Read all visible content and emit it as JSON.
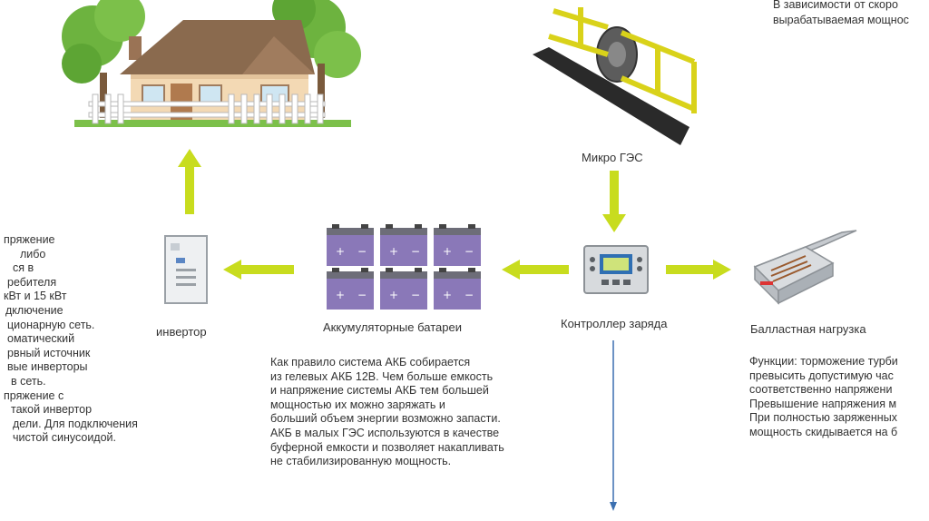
{
  "top_right_text": [
    "В зависимости от скоро",
    "вырабатываемая мощнос"
  ],
  "labels": {
    "micro_hydro": "Микро ГЭС",
    "inverter": "инвертор",
    "batteries": "Аккумуляторные батареи",
    "controller": "Контроллер заряда",
    "ballast": "Балластная нагрузка"
  },
  "left_text": [
    "пряжение",
    "либо",
    "ся в",
    "ребителя",
    "кВт и 15 кВт",
    "дключение",
    "ционарную сеть.",
    "оматический",
    "рвный источник",
    "вые инверторы",
    "в сеть.",
    "пряжение с",
    "такой инвертор",
    "дели. Для подключения",
    "чистой синусоидой."
  ],
  "battery_text": [
    "Как правило система АКБ собирается",
    "из гелевых АКБ 12В. Чем больше емкость",
    "и напряжение системы АКБ тем большей",
    "мощностью их можно заряжать и",
    "больший объем энергии возможно запасти.",
    "АКБ в малых ГЭС используются в качестве",
    "буферной емкости и позволяет накапливать",
    "не стабилизированную мощность."
  ],
  "ballast_text": [
    "Функции: торможение турби",
    "превысить допустимую час",
    "соответственно напряжени",
    "Превышение напряжения м",
    "При полностью заряженных",
    "мощность скидывается на б"
  ],
  "colors": {
    "arrow": "#c8dc1e",
    "battery_body": "#8a78b8",
    "ballast_body": "#b9bdc2",
    "turbine_frame": "#d9d21a",
    "house_wall": "#f3d9b4",
    "roof": "#8a6a4e",
    "tree": "#6db33f"
  }
}
